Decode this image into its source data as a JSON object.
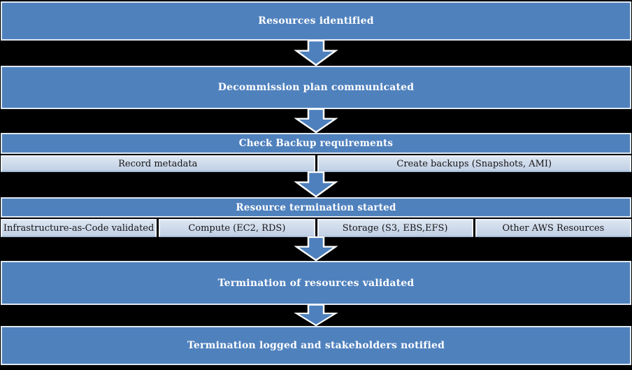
{
  "diagram": {
    "steps": [
      {
        "label": "Resources identified"
      },
      {
        "label": "Decommission plan communicated"
      },
      {
        "label": "Check Backup requirements",
        "children": [
          "Record metadata",
          "Create backups (Snapshots, AMI)"
        ]
      },
      {
        "label": "Resource termination started",
        "children": [
          "Infrastructure-as-Code validated",
          "Compute (EC2, RDS)",
          "Storage (S3, EBS,EFS)",
          "Other AWS Resources"
        ]
      },
      {
        "label": "Termination of resources validated"
      },
      {
        "label": "Termination logged and stakeholders notified"
      }
    ],
    "connector_icon": "down-arrow",
    "colors": {
      "bar_fill": "#4f81bd",
      "bar_text": "#ffffff",
      "cell_fill": "#cdd9ea",
      "cell_text": "#141414",
      "arrow_fill": "#4d80bc",
      "arrow_outline": "#ffffff",
      "background": "#000000"
    }
  }
}
